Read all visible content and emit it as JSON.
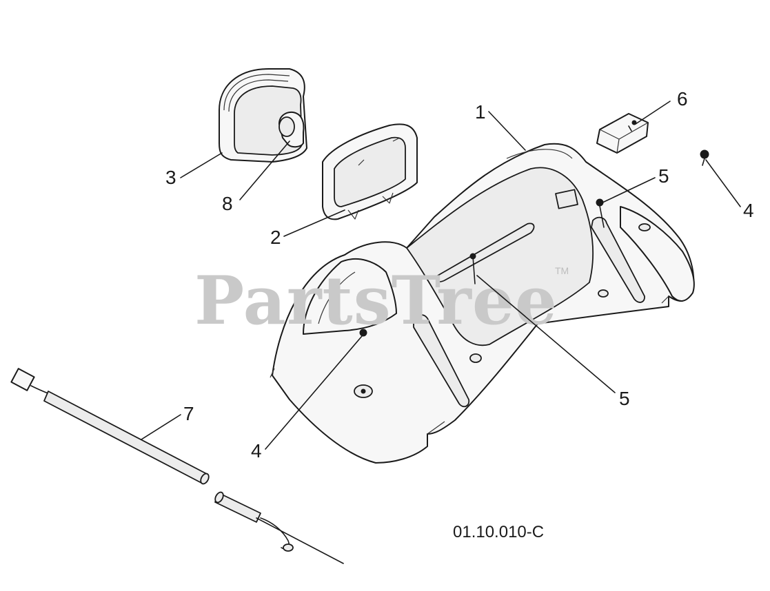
{
  "watermark": {
    "text": "PartsTree",
    "trademark": "TM"
  },
  "figure_code": "01.10.010-C",
  "callouts": [
    {
      "id": "c1",
      "label": "1"
    },
    {
      "id": "c2",
      "label": "2"
    },
    {
      "id": "c3",
      "label": "3"
    },
    {
      "id": "c4a",
      "label": "4"
    },
    {
      "id": "c4b",
      "label": "4"
    },
    {
      "id": "c5a",
      "label": "5"
    },
    {
      "id": "c5b",
      "label": "5"
    },
    {
      "id": "c6",
      "label": "6"
    },
    {
      "id": "c7",
      "label": "7"
    },
    {
      "id": "c8",
      "label": "8"
    }
  ]
}
